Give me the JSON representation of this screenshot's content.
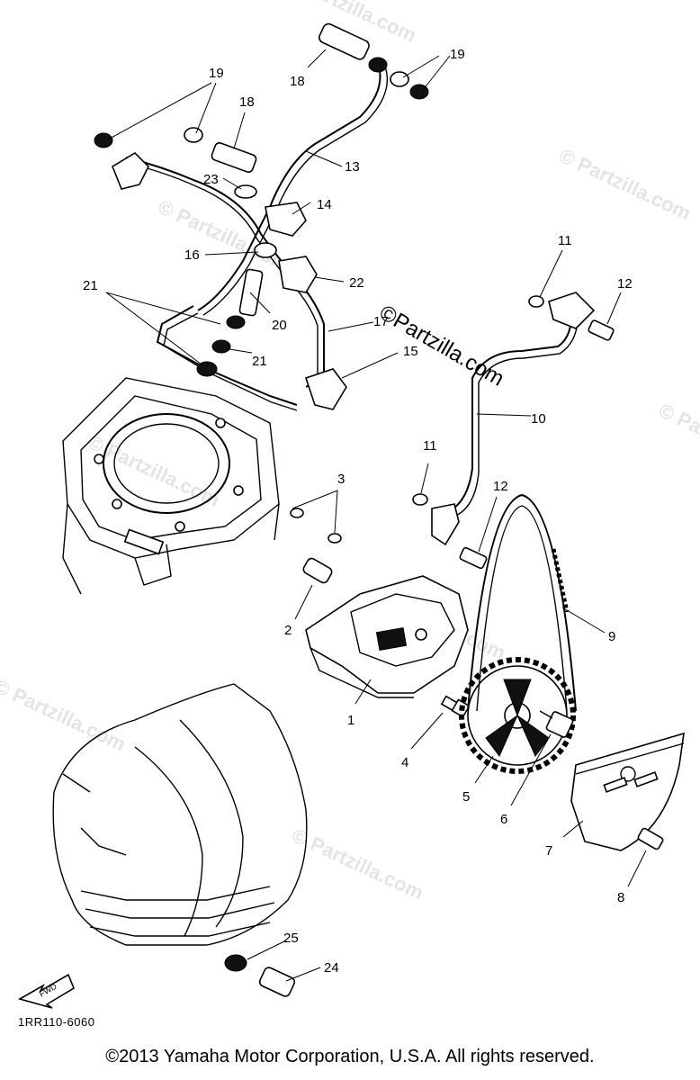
{
  "diagram": {
    "callouts": [
      "1",
      "2",
      "3",
      "4",
      "5",
      "6",
      "7",
      "8",
      "9",
      "10",
      "11",
      "11",
      "12",
      "12",
      "13",
      "14",
      "15",
      "16",
      "17",
      "18",
      "18",
      "19",
      "19",
      "20",
      "21",
      "21",
      "22",
      "23",
      "24",
      "25"
    ],
    "drawing_code": "1RR110-6060",
    "fwd_label": "FWD",
    "watermark_main": "©Partzilla.com",
    "watermark_faint": "© Partzilla.com"
  },
  "footer": {
    "copyright": "©2013 Yamaha Motor Corporation, U.S.A. All rights reserved."
  }
}
